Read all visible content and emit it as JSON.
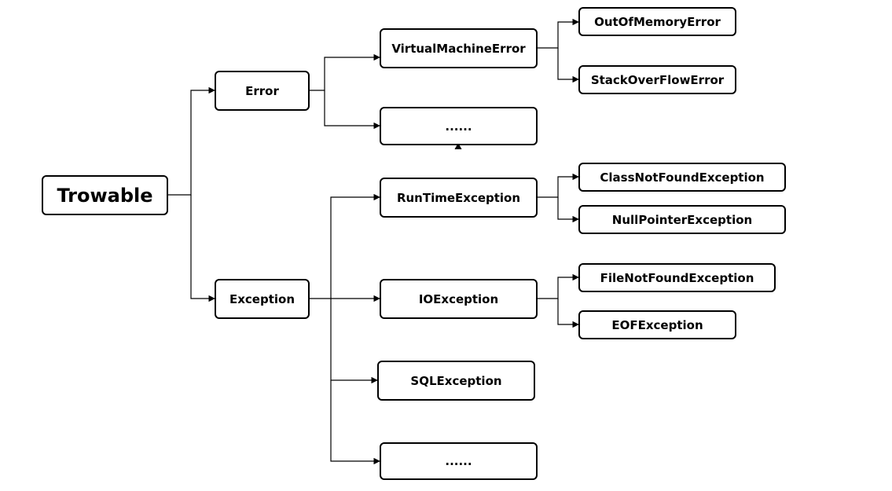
{
  "diagram": {
    "root": {
      "label": "Trowable"
    },
    "error": {
      "label": "Error"
    },
    "exception": {
      "label": "Exception"
    },
    "virtual_machine_error": {
      "label": "VirtualMachineError"
    },
    "error_more": {
      "label": "......"
    },
    "out_of_memory_error": {
      "label": "OutOfMemoryError"
    },
    "stack_overflow_error": {
      "label": "StackOverFlowError"
    },
    "runtime_exception": {
      "label": "RunTimeException"
    },
    "io_exception": {
      "label": "IOException"
    },
    "sql_exception": {
      "label": "SQLException"
    },
    "exception_more": {
      "label": "......"
    },
    "class_not_found_exception": {
      "label": "ClassNotFoundException"
    },
    "null_pointer_exception": {
      "label": "NullPointerException"
    },
    "file_not_found_exception": {
      "label": "FileNotFoundException"
    },
    "eof_exception": {
      "label": "EOFException"
    }
  },
  "edges": [
    {
      "from": "Trowable",
      "to": "Error"
    },
    {
      "from": "Trowable",
      "to": "Exception"
    },
    {
      "from": "Error",
      "to": "VirtualMachineError"
    },
    {
      "from": "Error",
      "to": "......"
    },
    {
      "from": "VirtualMachineError",
      "to": "OutOfMemoryError"
    },
    {
      "from": "VirtualMachineError",
      "to": "StackOverFlowError"
    },
    {
      "from": "Exception",
      "to": "RunTimeException"
    },
    {
      "from": "Exception",
      "to": "IOException"
    },
    {
      "from": "Exception",
      "to": "SQLException"
    },
    {
      "from": "Exception",
      "to": "......"
    },
    {
      "from": "RunTimeException",
      "to": "ClassNotFoundException"
    },
    {
      "from": "RunTimeException",
      "to": "NullPointerException"
    },
    {
      "from": "IOException",
      "to": "FileNotFoundException"
    },
    {
      "from": "IOException",
      "to": "EOFException"
    }
  ]
}
